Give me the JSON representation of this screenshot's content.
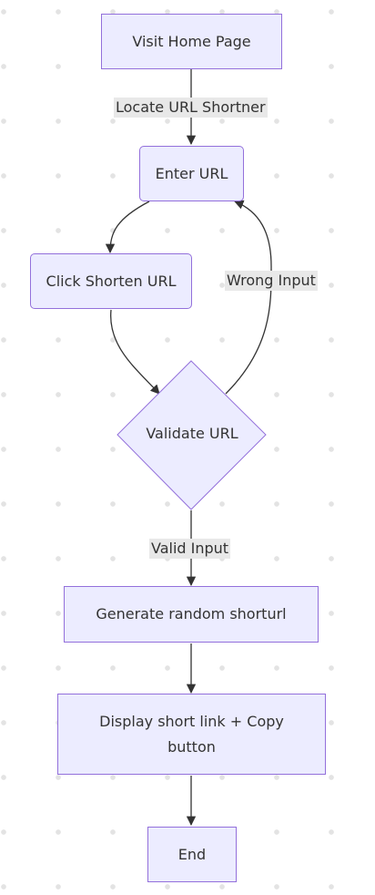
{
  "nodes": {
    "visit_home": "Visit Home Page",
    "enter_url": "Enter URL",
    "click_shorten": "Click Shorten URL",
    "validate_url": "Validate URL",
    "generate": "Generate random shorturl",
    "display_line1": "Display short link + Copy",
    "display_line2": "button",
    "end": "End"
  },
  "edges": {
    "locate": "Locate URL Shortner",
    "wrong_input": "Wrong Input",
    "valid_input": "Valid Input"
  },
  "colors": {
    "node_fill": "#ececff",
    "node_stroke": "#9370db",
    "edge": "#333333",
    "label_bg": "#e8e8e8"
  }
}
